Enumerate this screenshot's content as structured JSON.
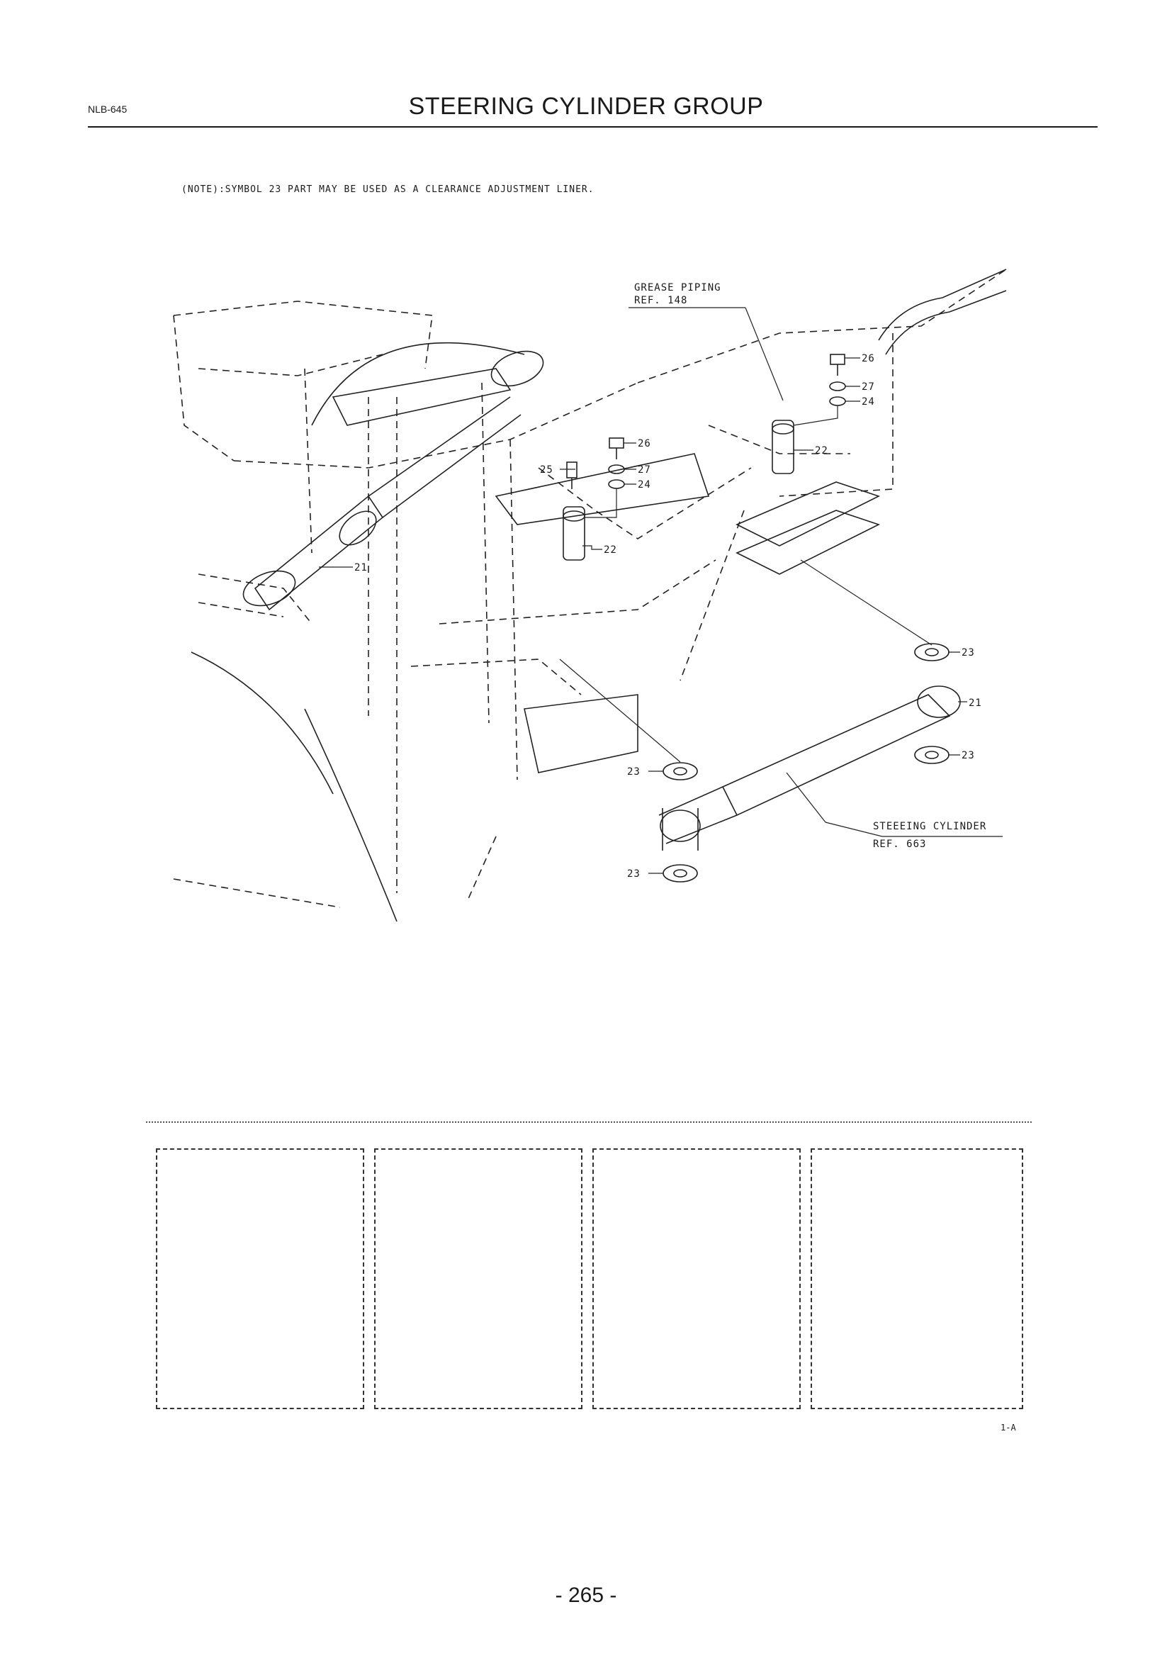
{
  "header": {
    "doc_code": "NLB-645",
    "title": "STEERING CYLINDER GROUP"
  },
  "note": "(NOTE):SYMBOL 23 PART MAY BE USED AS A CLEARANCE ADJUSTMENT LINER.",
  "diagram": {
    "references": [
      {
        "label": "GREASE PIPING",
        "ref": "REF. 148"
      },
      {
        "label": "STEEEING CYLINDER",
        "ref": "REF. 663"
      }
    ],
    "callouts": [
      "21",
      "21",
      "22",
      "22",
      "23",
      "23",
      "23",
      "23",
      "24",
      "24",
      "25",
      "26",
      "26",
      "27",
      "27"
    ]
  },
  "footer": {
    "sheet_code": "1-A",
    "page_number": "- 265 -"
  }
}
